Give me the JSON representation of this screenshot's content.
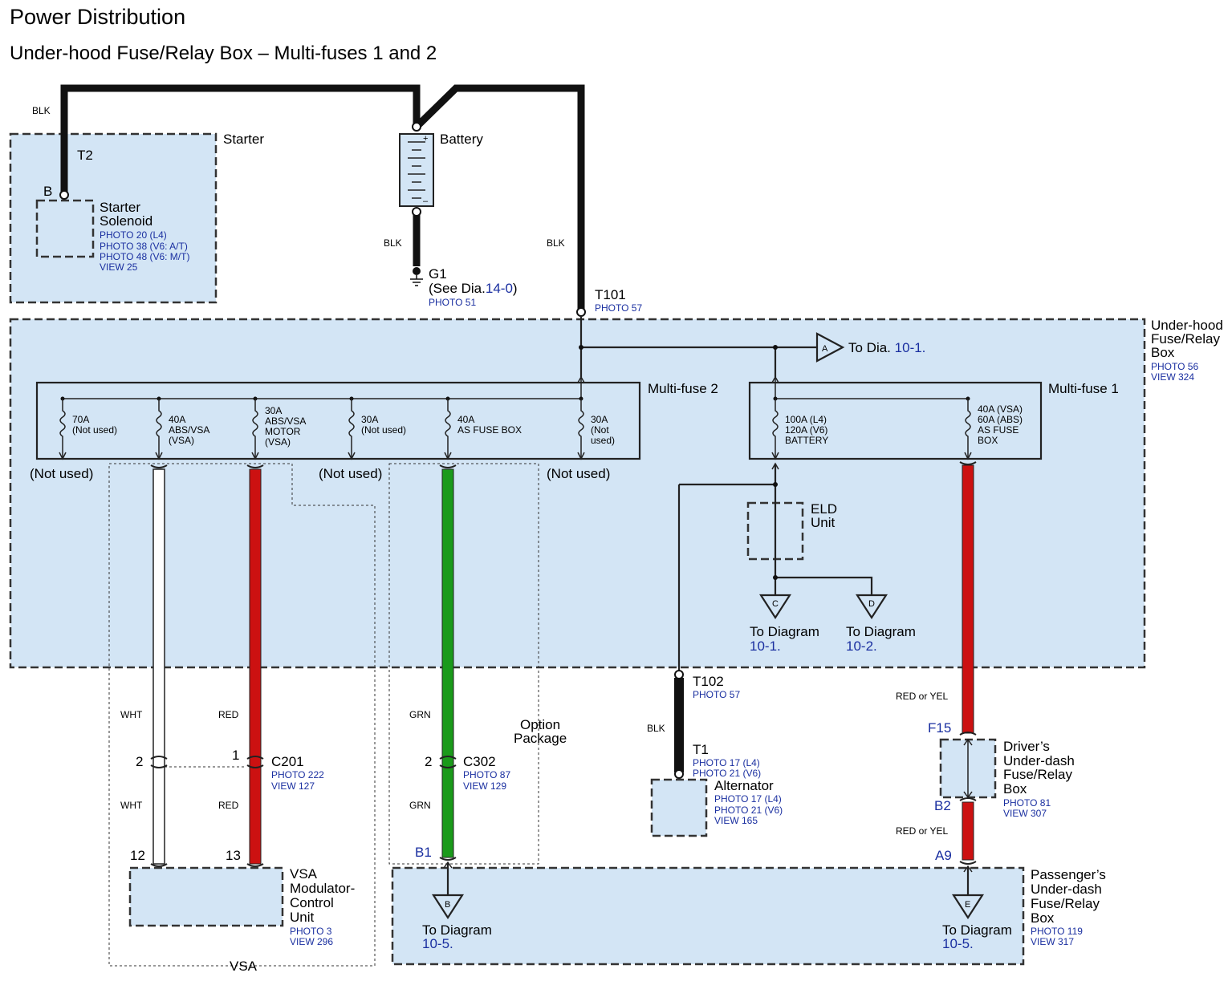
{
  "title": "Power Distribution",
  "subtitle": "Under-hood Fuse/Relay Box – Multi-fuses 1 and 2",
  "colors": {
    "box_fill": "#d3e5f5",
    "ref_text": "#1a2fa0",
    "wire_red": "#cc1111",
    "wire_green": "#1a9a1a",
    "wire_white": "#ffffff",
    "wire_black": "#111111"
  },
  "starter": {
    "label": "Starter",
    "terminal": "T2",
    "pin": "B",
    "solenoid_label": "Starter Solenoid",
    "solenoid_l1": "Starter",
    "solenoid_l2": "Solenoid",
    "refs": [
      "PHOTO 20 (L4)",
      "PHOTO 38 (V6: A/T)",
      "PHOTO 48 (V6: M/T)",
      "VIEW 25"
    ]
  },
  "battery": {
    "label": "Battery",
    "plus": "+",
    "minus": "–"
  },
  "wire_colors": {
    "blk": "BLK",
    "wht": "WHT",
    "red": "RED",
    "grn": "GRN",
    "red_or_yel": "RED or YEL"
  },
  "ground": {
    "label": "G1",
    "see": "(See Dia.",
    "see_num": "14-0",
    "see_close": ")",
    "ref": "PHOTO 51"
  },
  "t101": {
    "label": "T101",
    "ref": "PHOTO 57"
  },
  "underhood": {
    "l1": "Under-hood",
    "l2": "Fuse/Relay",
    "l3": "Box",
    "ref1": "PHOTO 56",
    "ref2": "VIEW 324"
  },
  "to_dia_a": {
    "letter": "A",
    "text": "To  Dia.",
    "num": "10-1."
  },
  "multifuse2": {
    "label": "Multi-fuse 2",
    "fuses": [
      {
        "l1": "70A",
        "l2": "(Not used)",
        "l3": ""
      },
      {
        "l1": "40A",
        "l2": "ABS/VSA",
        "l3": "(VSA)"
      },
      {
        "l1": "30A",
        "l2": "ABS/VSA",
        "l3": "MOTOR",
        "l4": "(VSA)"
      },
      {
        "l1": "30A",
        "l2": "(Not used)",
        "l3": ""
      },
      {
        "l1": "40A",
        "l2": "AS FUSE BOX",
        "l3": ""
      },
      {
        "l1": "30A",
        "l2": "(Not",
        "l3": "used)"
      }
    ],
    "not_used": "(Not used)"
  },
  "multifuse1": {
    "label": "Multi-fuse 1",
    "fuses": [
      {
        "l1": "100A (L4)",
        "l2": "120A (V6)",
        "l3": "BATTERY"
      },
      {
        "l1": "40A (VSA)",
        "l2": "60A (ABS)",
        "l3": "AS FUSE",
        "l4": "BOX"
      }
    ]
  },
  "eld": {
    "l1": "ELD",
    "l2": "Unit"
  },
  "to_diagram": "To Diagram",
  "to_diagram_sp": "To  Diagram",
  "dia_c": {
    "letter": "C",
    "num": "10-1."
  },
  "dia_d": {
    "letter": "D",
    "num": "10-2."
  },
  "dia_b": {
    "letter": "B",
    "num": "10-5."
  },
  "dia_e": {
    "letter": "E",
    "num": "10-5."
  },
  "t102": {
    "label": "T102",
    "ref": "PHOTO 57"
  },
  "t1": {
    "label": "T1",
    "ref1": "PHOTO 17 (L4)",
    "ref2": "PHOTO 21 (V6)"
  },
  "alternator": {
    "label": "Alternator",
    "ref1": "PHOTO 17 (L4)",
    "ref2": "PHOTO 21 (V6)",
    "ref3": "VIEW 165"
  },
  "c201": {
    "label": "C201",
    "ref1": "PHOTO 222",
    "ref2": "VIEW 127",
    "pin_left": "2",
    "pin_right": "1"
  },
  "c302": {
    "label": "C302",
    "ref1": "PHOTO 87",
    "ref2": "VIEW 129",
    "pin": "2"
  },
  "option": {
    "l1": "Option",
    "l2": "Package"
  },
  "vsa_unit": {
    "l1": "VSA",
    "l2": "Modulator-",
    "l3": "Control",
    "l4": "Unit",
    "ref1": "PHOTO 3",
    "ref2": "VIEW 296",
    "pin_left": "12",
    "pin_right": "13"
  },
  "vsa_group": "VSA",
  "drivers_box": {
    "l1": "Driver’s",
    "l2": "Under-dash",
    "l3": "Fuse/Relay",
    "l4": "Box",
    "ref1": "PHOTO 81",
    "ref2": "VIEW 307",
    "pin_top": "F15",
    "pin_bot": "B2"
  },
  "passengers_box": {
    "l1": "Passenger’s",
    "l2": "Under-dash",
    "l3": "Fuse/Relay",
    "l4": "Box",
    "ref1": "PHOTO 119",
    "ref2": "VIEW 317",
    "pin_b1": "B1",
    "pin_a9": "A9"
  }
}
